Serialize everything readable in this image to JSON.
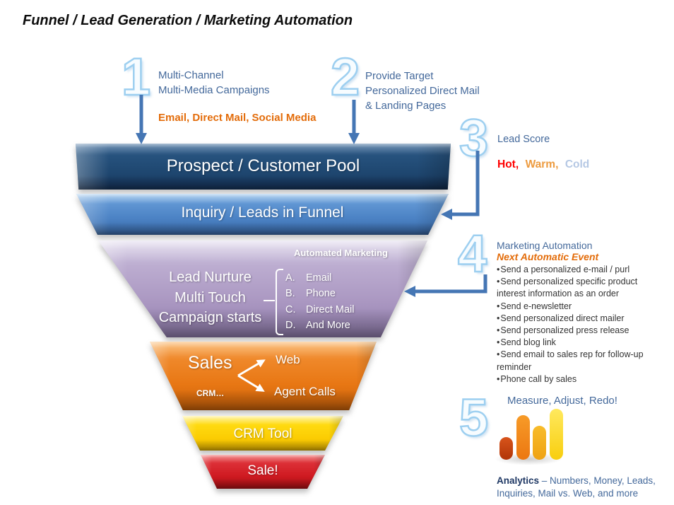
{
  "title": "Funnel / Lead Generation / Marketing Automation",
  "annotations": {
    "step1": {
      "number": "1",
      "line1": "Multi-Channel",
      "line2": "Multi-Media Campaigns",
      "highlight": "Email, Direct Mail, Social Media"
    },
    "step2": {
      "number": "2",
      "line1": "Provide Target",
      "line2": "Personalized Direct Mail",
      "line3": "& Landing Pages"
    },
    "step3": {
      "number": "3",
      "title": "Lead Score",
      "hot": "Hot,",
      "warm": "Warm,",
      "cold": "Cold"
    },
    "step4": {
      "number": "4",
      "title": "Marketing Automation",
      "subtitle": "Next Automatic Event",
      "bullets": [
        "Send a personalized e-mail / purl",
        "Send personalized specific product interest information as an order",
        "Send e-newsletter",
        "Send personalized direct mailer",
        "Send personalized  press release",
        "Send blog link",
        "Send email to sales rep for follow-up reminder",
        "Phone call by sales"
      ]
    },
    "step5": {
      "number": "5",
      "title": "Measure, Adjust, Redo!",
      "analytics_bold": "Analytics",
      "analytics_rest": "– Numbers, Money, Leads, Inquiries, Mail vs. Web, and more"
    }
  },
  "funnel": {
    "layer1": {
      "label": "Prospect / Customer Pool",
      "color": "#1f4e79"
    },
    "layer2": {
      "label": "Inquiry / Leads in Funnel",
      "color": "#4e86c6"
    },
    "layer3": {
      "line1": "Lead Nurture",
      "line2": "Multi Touch",
      "line3": "Campaign starts",
      "list_title": "Automated Marketing",
      "items": [
        {
          "k": "A.",
          "v": "Email"
        },
        {
          "k": "B.",
          "v": "Phone"
        },
        {
          "k": "C.",
          "v": "Direct Mail"
        },
        {
          "k": "D.",
          "v": "And More"
        }
      ],
      "color": "#b3a2c7"
    },
    "layer4": {
      "label": "Sales",
      "sub": "CRM…",
      "branch1": "Web",
      "branch2": "Agent Calls",
      "color": "#ed7d23"
    },
    "layer5": {
      "label": "CRM Tool",
      "color": "#ffd600"
    },
    "layer6": {
      "label": "Sale!",
      "color": "#d41f26"
    }
  },
  "icon_chart": {
    "bars": [
      {
        "height": 32,
        "top_color": "#d8541b",
        "bottom_color": "#b13508"
      },
      {
        "height": 63,
        "top_color": "#f79b28",
        "bottom_color": "#ec7711"
      },
      {
        "height": 48,
        "top_color": "#f8bc2a",
        "bottom_color": "#efa213"
      },
      {
        "height": 72,
        "top_color": "#ffe95e",
        "bottom_color": "#f8ce0e"
      }
    ]
  },
  "colors": {
    "connector_blue": "#4576b4",
    "text_blue": "#44699b",
    "highlight_orange": "#e36c0a",
    "hot": "#ff0000",
    "warm": "#ed9b3f",
    "cold": "#b5c8e4",
    "analytics_dark": "#1f3864"
  }
}
